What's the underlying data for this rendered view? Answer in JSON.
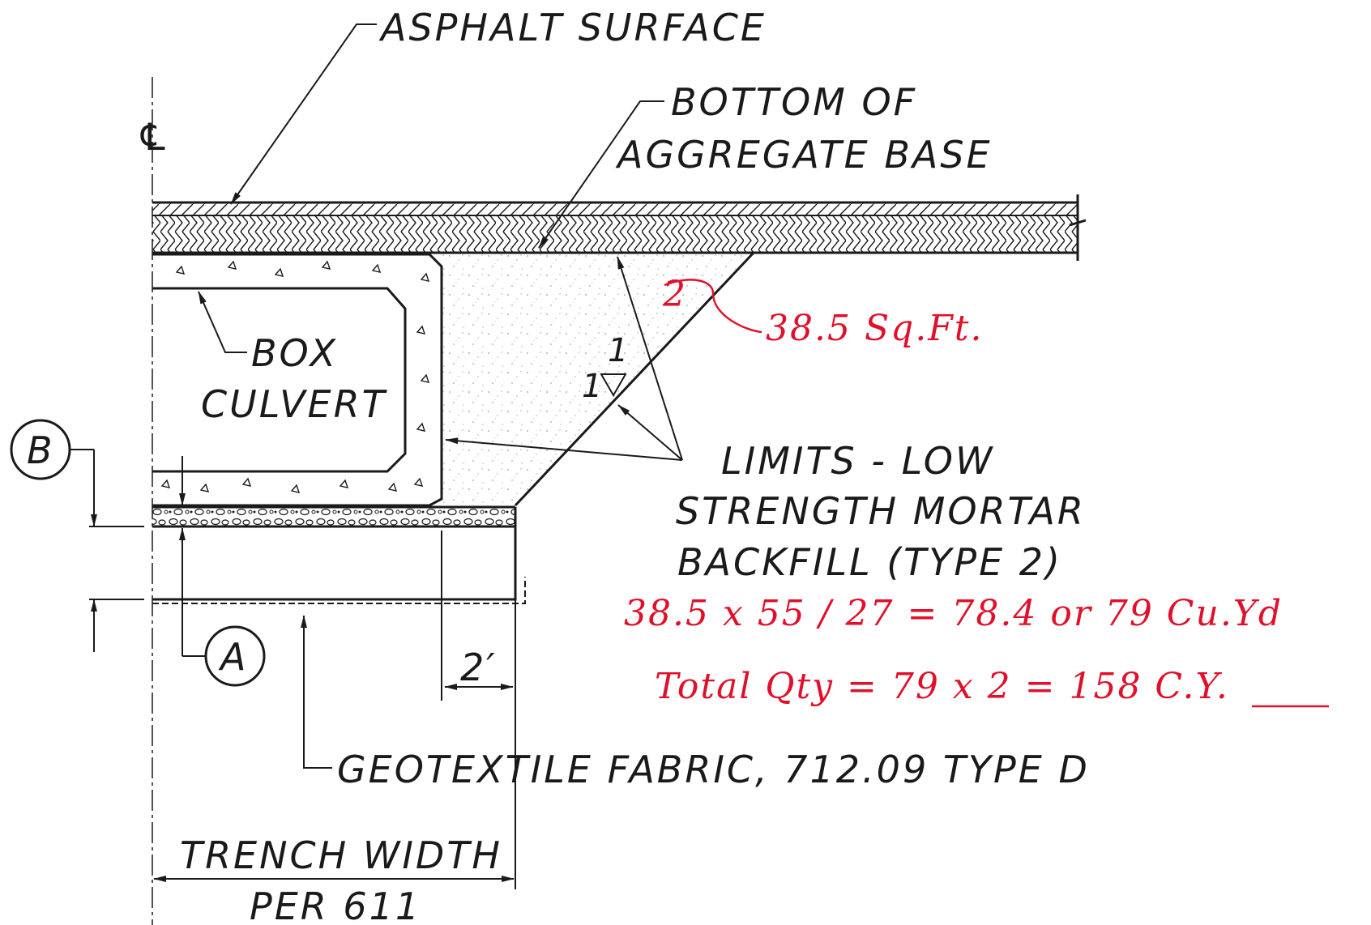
{
  "labels": {
    "asphalt_surface": "ASPHALT SURFACE",
    "bottom_of": "BOTTOM OF",
    "aggregate_base": "AGGREGATE BASE",
    "centerline": "℄",
    "box": "BOX",
    "culvert": "CULVERT",
    "limits_low": "LIMITS - LOW",
    "strength_mortar": "STRENGTH MORTAR",
    "backfill_type2": "BACKFILL (TYPE 2)",
    "slope_rise": "1",
    "slope_run": "1",
    "dim_2ft": "2′",
    "geotextile": "GEOTEXTILE FABRIC, 712.09 TYPE D",
    "trench_width": "TRENCH WIDTH",
    "per_611": "PER 611",
    "callout_b": "B",
    "callout_a": "A"
  },
  "annotations": {
    "area": "38.5 Sq.Ft.",
    "area_mark": "2",
    "volume_calc": "38.5 x 55 / 27 = 78.4 or 79 Cu.Yd",
    "total_qty": "Total Qty = 79 x 2 = 158 C.Y."
  },
  "colors": {
    "ink": "#1a1a1a",
    "annotation_red": "#e0102a",
    "fill_stipple": "#b9b9b9"
  }
}
